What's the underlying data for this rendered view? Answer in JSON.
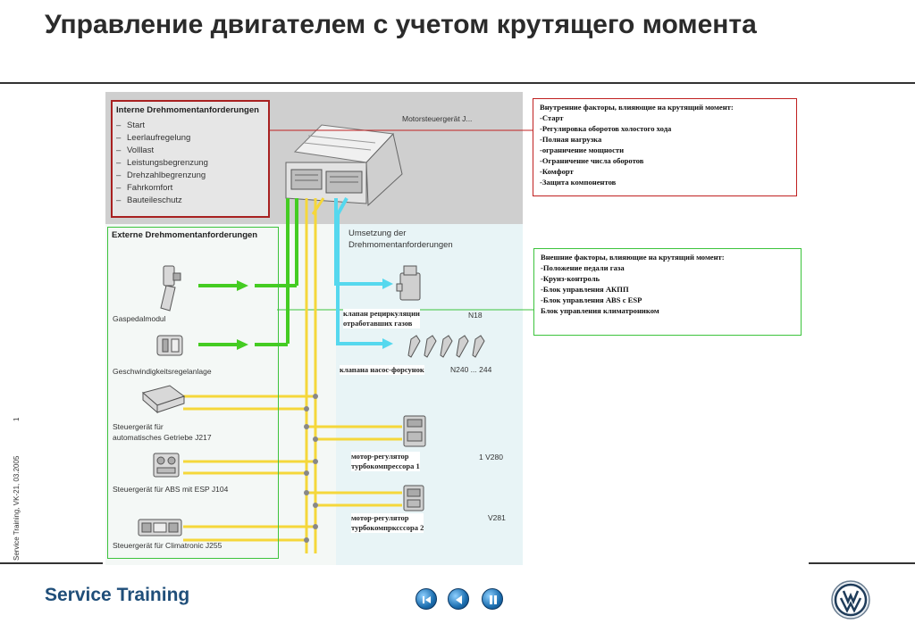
{
  "header": {
    "title": "Управление двигателем с учетом крутящего момента"
  },
  "side": {
    "meta": "Service Training, VK-21, 03.2005",
    "page": "1"
  },
  "footer": {
    "brand": "Service Training",
    "nav": [
      "first-icon",
      "prev-icon",
      "pause-icon"
    ],
    "logo": "vw-logo"
  },
  "diagram": {
    "ecu_label": "Motorsteuergerät J...",
    "internal": {
      "heading": "Interne Drehmomentanforderungen",
      "items": [
        "Start",
        "Leerlaufregelung",
        "Volllast",
        "Leistungsbegrenzung",
        "Drehzahlbegrenzung",
        "Fahrkomfort",
        "Bauteileschutz"
      ]
    },
    "external": {
      "heading": "Externe Drehmomentanforderungen",
      "items": [
        "Gaspedalmodul",
        "Geschwindigkeitsregelanlage",
        "Steuergerät für",
        "automatisches Getriebe J217",
        "Steuergerät für ABS mit ESP J104",
        "Steuergerät für Climatronic J255"
      ]
    },
    "conversion": {
      "line1": "Umsetzung der",
      "line2": "Drehmomentanforderungen"
    },
    "actuators": {
      "egr_ru_1": "клапан рециркуляции",
      "egr_ru_2": "отработавших газов",
      "egr_code": "N18",
      "injector_ru": "клапана насос-форсунок",
      "injector_code": "N240 ... 244",
      "turbo1_ru_1": "мотор-регулятор",
      "turbo1_ru_2": "турбокомпрессора 1",
      "turbo1_code": "1 V280",
      "turbo2_ru_1": "мотор-регулятор",
      "turbo2_ru_2": "турбокомпрксссора 2",
      "turbo2_code": "V281"
    }
  },
  "right_boxes": {
    "internal": {
      "heading": "Внутренние факторы, влияющие на крутящий момент:",
      "items": [
        "-Старт",
        "-Регулировка оборотов холостого хода",
        "-Полная нагрузка",
        "-ограничение мощности",
        "-Ограничение числа оборотов",
        "-Комфорт",
        "-Защита компонентов"
      ]
    },
    "external": {
      "heading": "Внешние факторы, влияющие на крутящий момент:",
      "items": [
        "-Положение педали газа",
        "-Круиз-контроль",
        "-Блок управления АКПП",
        "-Блок управления ABS с ESP",
        "Блок управления климатроником"
      ]
    }
  },
  "colors": {
    "green": "#44cc22",
    "yellow": "#f5d73a",
    "cyan": "#55d8ee",
    "red": "#c02020",
    "brand": "#1f4e79"
  }
}
